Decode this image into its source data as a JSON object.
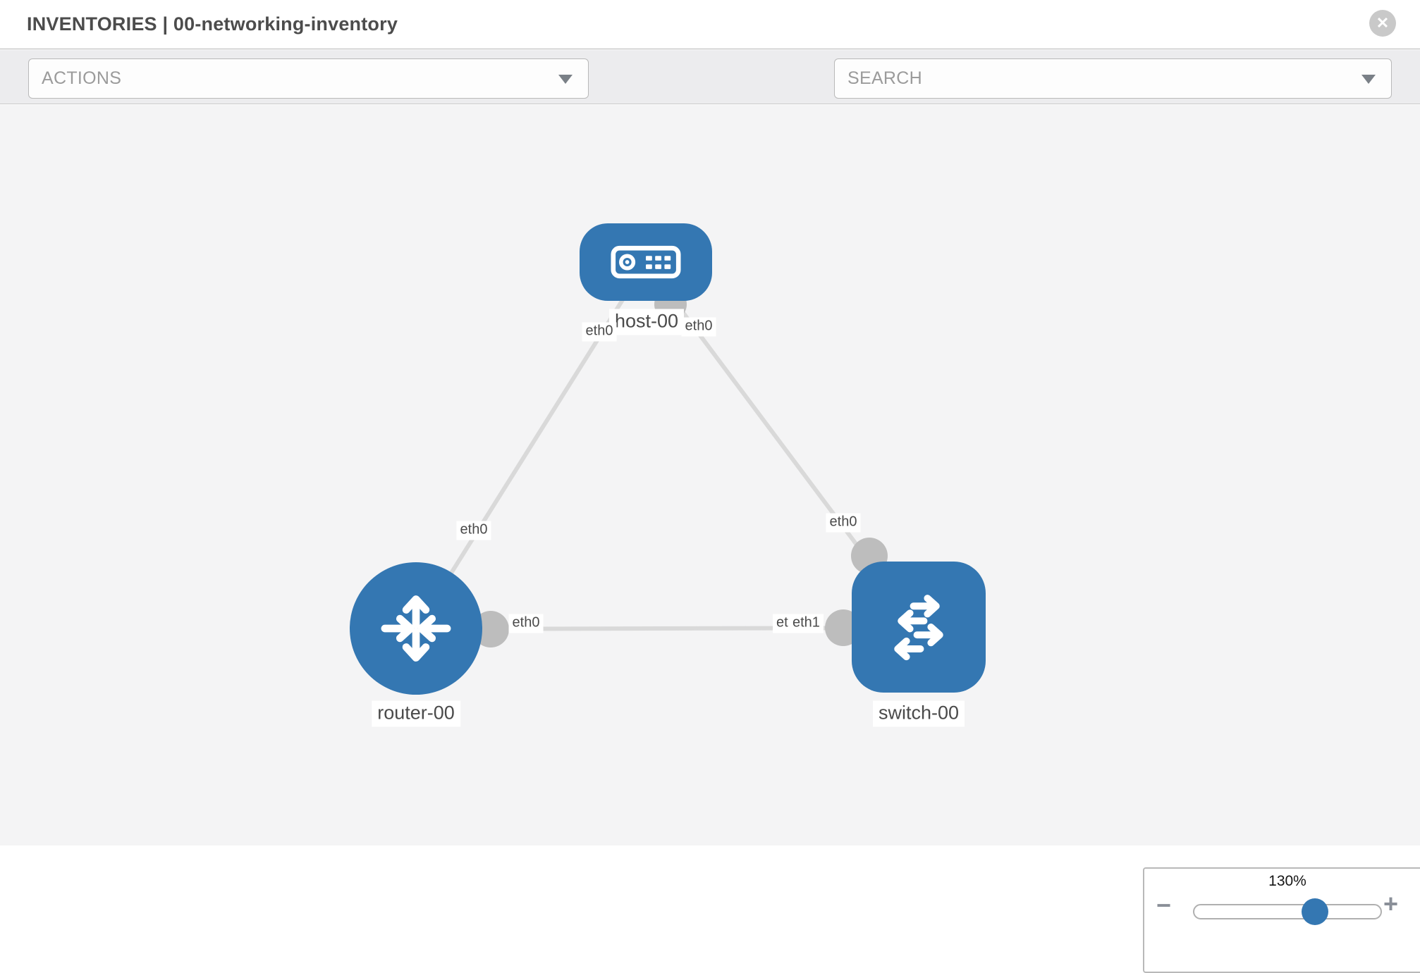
{
  "header": {
    "title": "INVENTORIES | 00-networking-inventory",
    "close_glyph": "✕"
  },
  "toolbar": {
    "actions_label": "ACTIONS",
    "search_label": "SEARCH",
    "wrench_icon": "wrench-icon",
    "key_icon": "key-icon"
  },
  "topology": {
    "nodes": [
      {
        "id": "host-00",
        "type": "host",
        "label": "host-00"
      },
      {
        "id": "router-00",
        "type": "router",
        "label": "router-00"
      },
      {
        "id": "switch-00",
        "type": "switch",
        "label": "switch-00"
      }
    ],
    "links": [
      {
        "from": "host-00",
        "from_if": "eth0",
        "to": "router-00",
        "to_if": "eth0"
      },
      {
        "from": "host-00",
        "from_if": "eth0",
        "to": "switch-00",
        "to_if": "eth0"
      },
      {
        "from": "router-00",
        "from_if": "eth0",
        "to": "switch-00",
        "to_if": "eth1"
      }
    ],
    "iface_chips": {
      "host_router_host_end": "eth0",
      "host_router_router_end": "eth0",
      "host_switch_host_end": "eth0",
      "host_switch_switch_end": "eth0",
      "router_switch_router_end": "eth0",
      "router_switch_switch_end_back": "eth0",
      "router_switch_switch_end_front": "eth1"
    }
  },
  "zoom_control": {
    "level": "130%",
    "minus_glyph": "−",
    "plus_glyph": "+"
  },
  "colors": {
    "node_blue": "#3477b2",
    "link_gray": "#d9d9d9",
    "dot_gray": "#bdbdbd",
    "canvas_bg": "#f4f4f5"
  }
}
